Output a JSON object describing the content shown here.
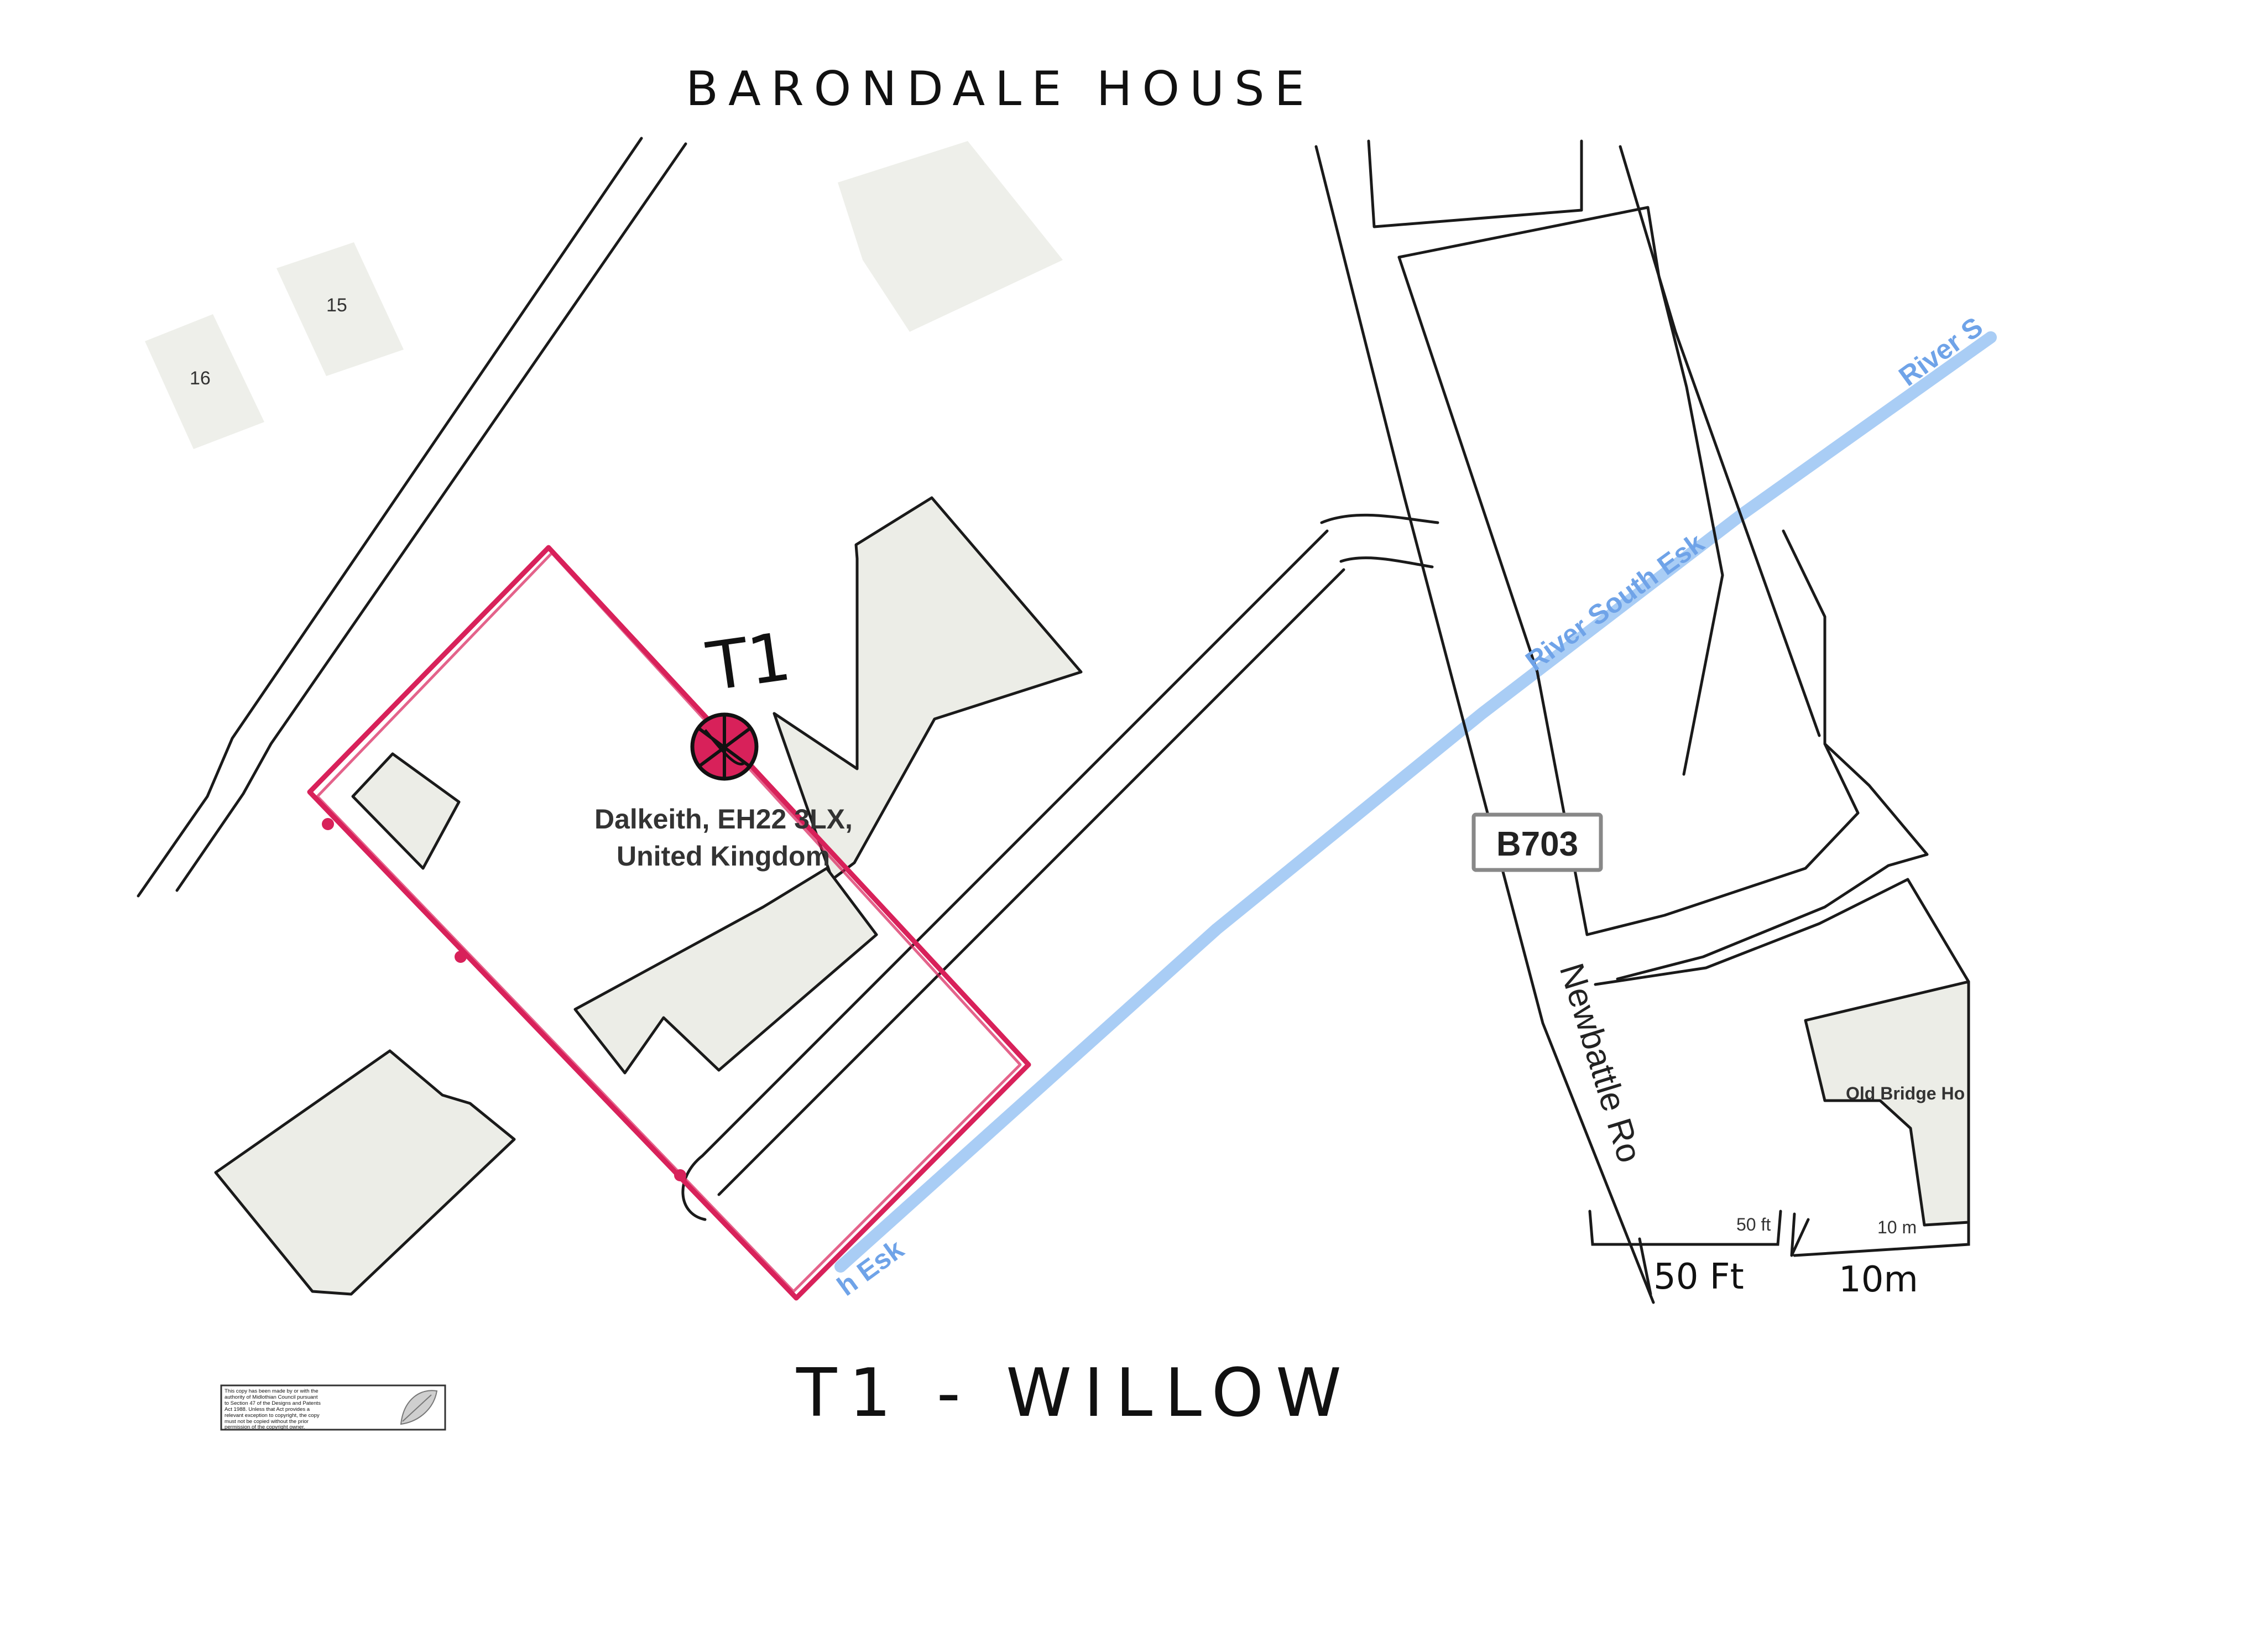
{
  "title": "BARONDALE HOUSE",
  "caption": "T1 - WILLOW",
  "tree_tag": "T1",
  "location": {
    "line1": "Dalkeith, EH22 3LX,",
    "line2": "United Kingdom"
  },
  "road_shield": "B703",
  "road_name": "Newbattle Ro",
  "river": {
    "label_main": "River South Esk",
    "label_edge": "River S",
    "label_bottom": "h Esk"
  },
  "building_numbers": [
    "15",
    "16"
  ],
  "building_label": "Old Bridge Ho",
  "scale": {
    "printed_ft": "50 ft",
    "printed_m": "10 m",
    "hand_ft": "50 Ft",
    "hand_m": "10m"
  },
  "copyright_lines": [
    "This copy has been made by or with the",
    "authority of Midlothian Council pursuant",
    "to Section 47 of the Designs and Patents",
    "Act 1988. Unless that Act provides a",
    "relevant exception to copyright, the copy",
    "must not be copied without the prior",
    "permission of the copyright owner."
  ],
  "colors": {
    "boundary": "#d8215a",
    "river": "#a9cdf5",
    "building": "#ecede7",
    "ink": "#1a1a1a"
  }
}
